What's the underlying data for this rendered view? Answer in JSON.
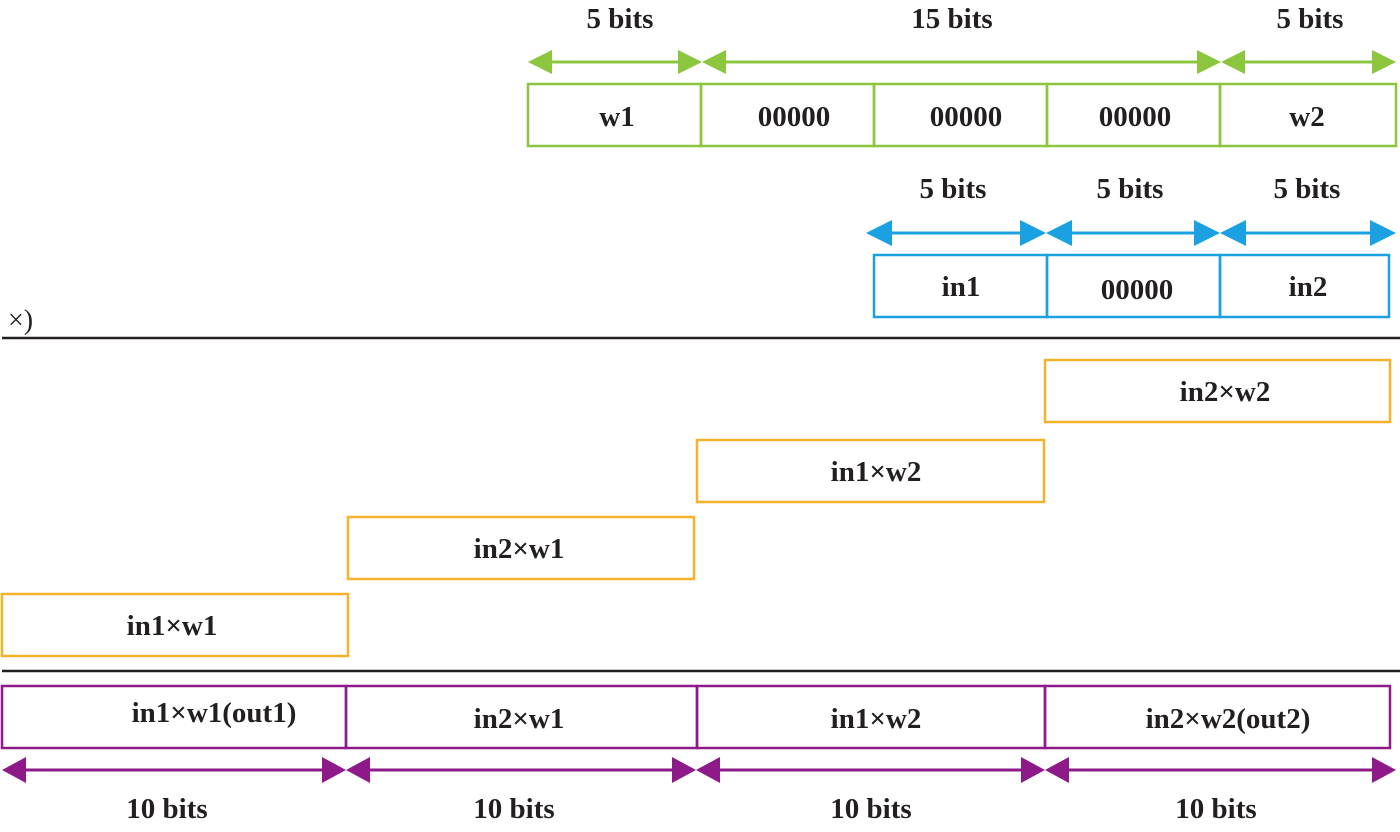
{
  "colors": {
    "weight": "#8cc63f",
    "input": "#1ba1e2",
    "partial": "#f7b12a",
    "output": "#8e1a8a",
    "rule": "#231f20",
    "text": "#231f20"
  },
  "weights": {
    "dims": [
      "5 bits",
      "15 bits",
      "5 bits"
    ],
    "cells": [
      "w1",
      "00000",
      "00000",
      "00000",
      "w2"
    ]
  },
  "inputs": {
    "dims": [
      "5 bits",
      "5 bits",
      "5 bits"
    ],
    "cells": [
      "in1",
      "00000",
      "in2"
    ]
  },
  "operator": "×)",
  "partials": [
    "in2×w2",
    "in1×w2",
    "in2×w1",
    "in1×w1"
  ],
  "outputs": {
    "cells": [
      "in1×w1(out1)",
      "in2×w1",
      "in1×w2",
      "in2×w2(out2)"
    ],
    "dims": [
      "10 bits",
      "10 bits",
      "10 bits",
      "10 bits"
    ]
  }
}
